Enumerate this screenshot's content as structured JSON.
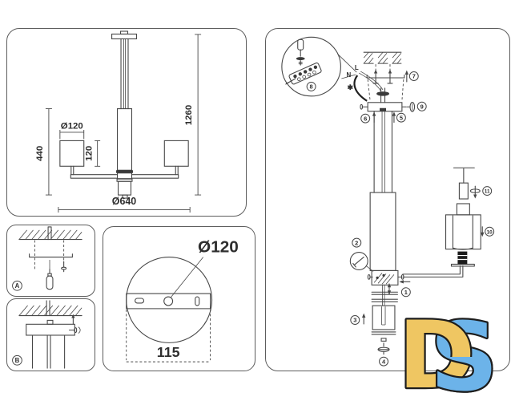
{
  "sheet": {
    "background": "#ffffff",
    "line_color": "#474747"
  },
  "dimension_panel": {
    "shade_diameter": "Ø120",
    "arm_section_height": "440",
    "shade_height": "120",
    "total_height": "1260",
    "fixture_diameter": "Ø640"
  },
  "detail_a": {
    "label": "A"
  },
  "detail_b": {
    "label": "B"
  },
  "canopy_panel": {
    "plate_diameter": "Ø120",
    "hole_spacing": "115"
  },
  "assembly": {
    "steps": [
      "1",
      "2",
      "3",
      "4",
      "5",
      "6",
      "7",
      "8",
      "9",
      "10",
      "11"
    ],
    "wire_live": "L",
    "wire_neutral": "N",
    "note_symbol": "✱"
  },
  "logo": {
    "letter_d": "D",
    "letter_s": "S",
    "d_color": "#EFC662",
    "s_color": "#6CB3E9",
    "outline_color": "#1D1D1D"
  }
}
